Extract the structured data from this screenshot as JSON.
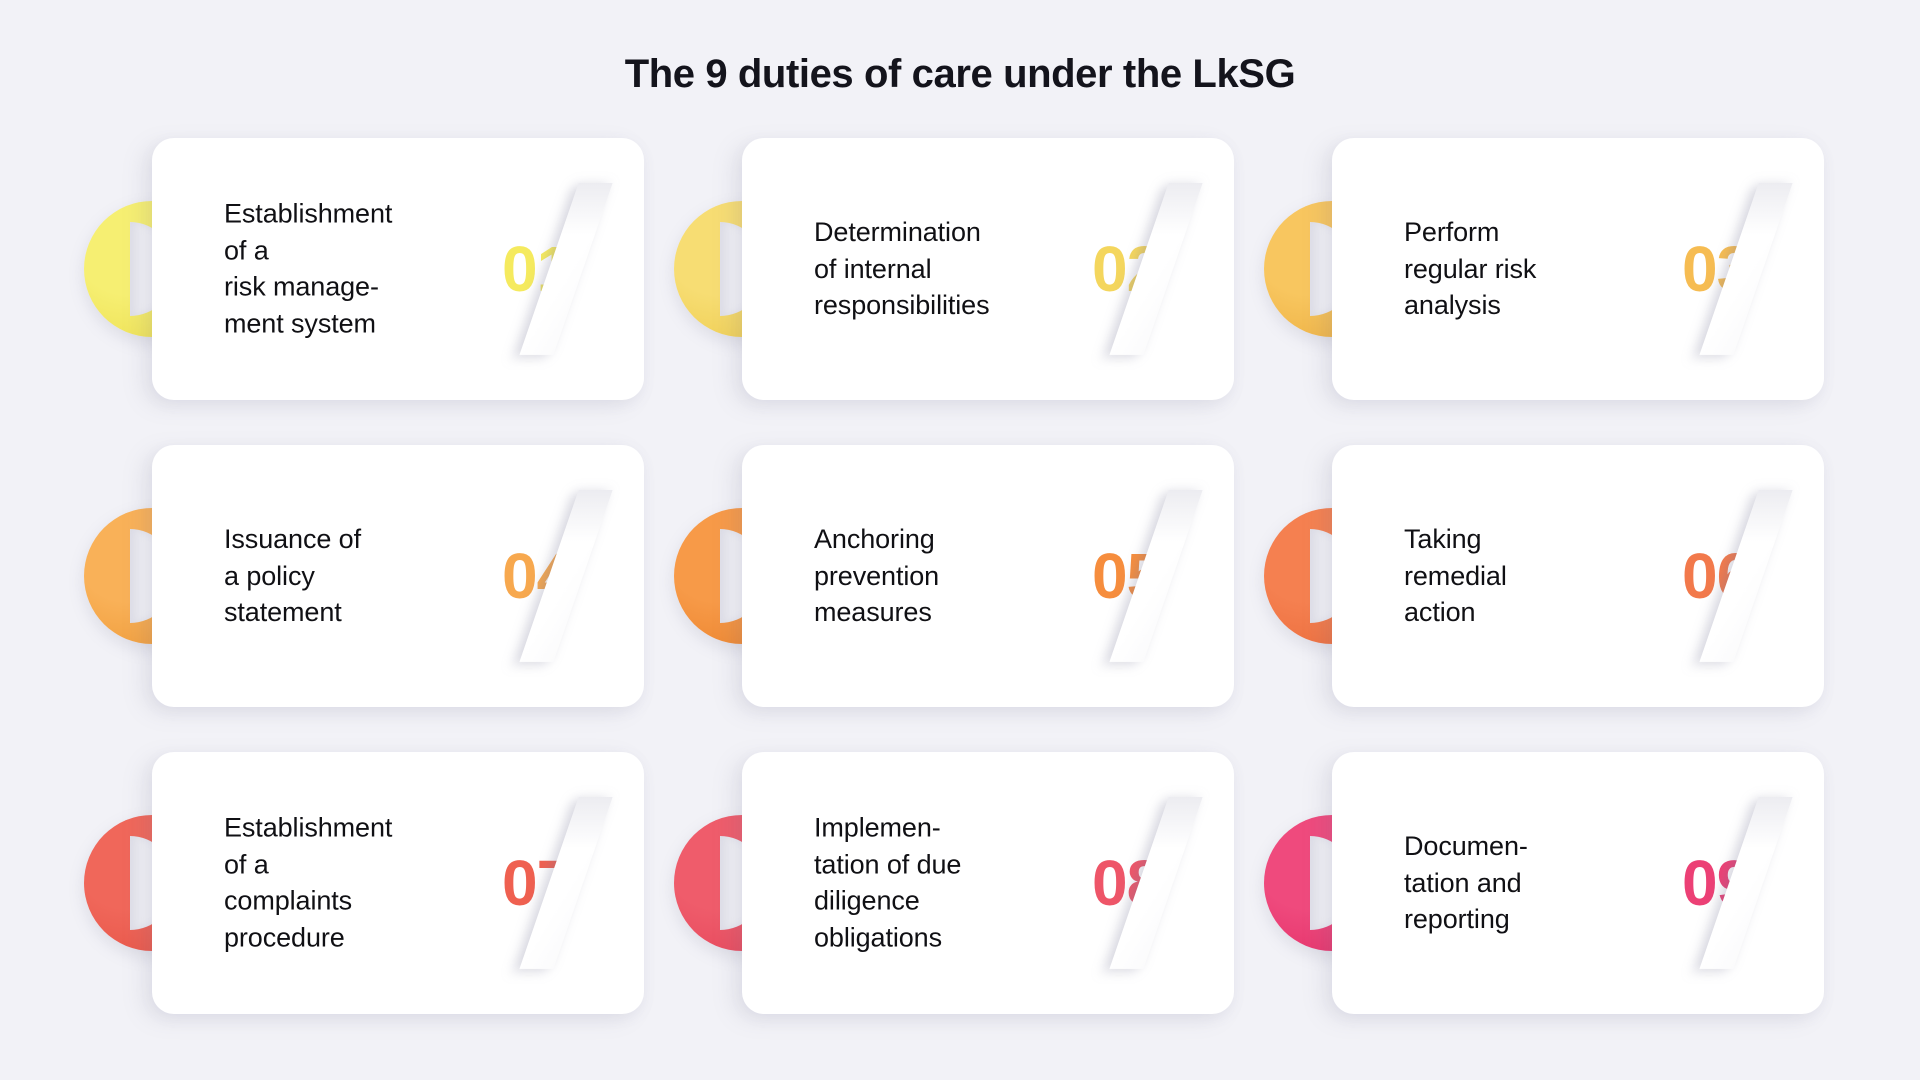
{
  "header": {
    "title": "The 9 duties of care under the LkSG"
  },
  "theme": {
    "background": "#f2f2f7",
    "card_background": "#ffffff",
    "text_color": "#101014",
    "title_color": "#14141c"
  },
  "cards": [
    {
      "number": "01",
      "text": "Establishment\nof a\nrisk manage-\nment system",
      "accent": "#f5ea5e",
      "circle_from": "#f6ef72",
      "circle_to": "#ebdc4b"
    },
    {
      "number": "02",
      "text": "Determination\nof internal\nresponsibilities",
      "accent": "#f4d65d",
      "circle_from": "#f7dd73",
      "circle_to": "#ecc948"
    },
    {
      "number": "03",
      "text": "Perform\nregular risk\nanalysis",
      "accent": "#f6bc52",
      "circle_from": "#f8c65f",
      "circle_to": "#eaab3c"
    },
    {
      "number": "04",
      "text": "Issuance of\na policy\nstatement",
      "accent": "#f7a84e",
      "circle_from": "#f9b158",
      "circle_to": "#ec9632"
    },
    {
      "number": "05",
      "text": "Anchoring\nprevention\nmeasures",
      "accent": "#f68d3d",
      "circle_from": "#f79a48",
      "circle_to": "#e97f28"
    },
    {
      "number": "06",
      "text": "Taking\nremedial\naction",
      "accent": "#f2794b",
      "circle_from": "#f58050",
      "circle_to": "#e96838"
    },
    {
      "number": "07",
      "text": "Establishment\nof a\ncomplaints\nprocedure",
      "accent": "#ef6050",
      "circle_from": "#f0675a",
      "circle_to": "#e55043"
    },
    {
      "number": "08",
      "text": "Implemen-\ntation of due\ndiligence\nobligations",
      "accent": "#ee5568",
      "circle_from": "#ef5c6b",
      "circle_to": "#e44258"
    },
    {
      "number": "09",
      "text": "Documen-\ntation and\nreporting",
      "accent": "#ec4075",
      "circle_from": "#ef4a7d",
      "circle_to": "#e22a65"
    }
  ]
}
